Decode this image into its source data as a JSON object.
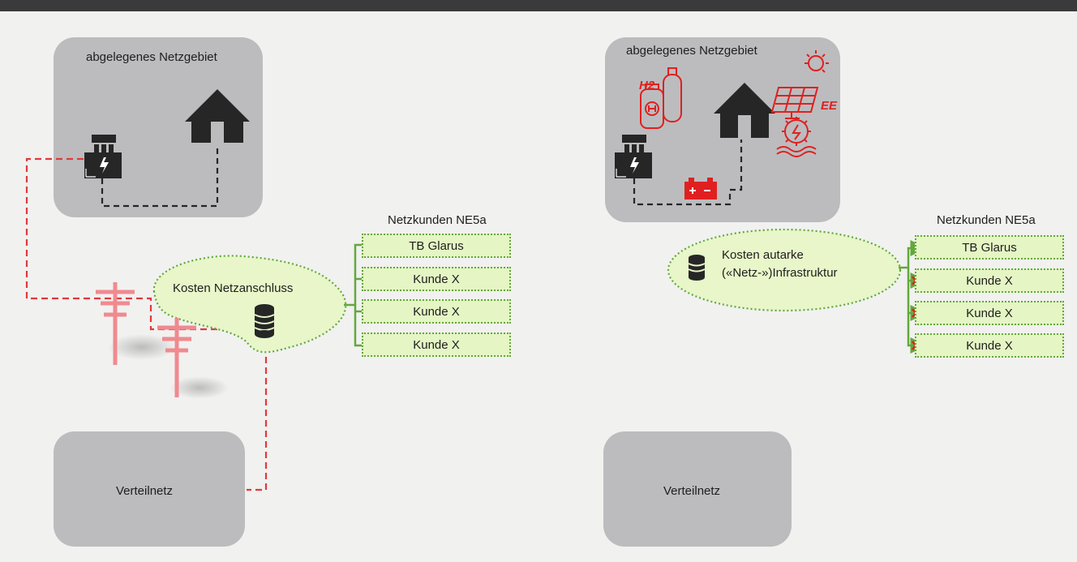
{
  "left": {
    "remote_area_label": "abgelegenes Netzgebiet",
    "cost_label": "Kosten Netzanschluss",
    "customers_title": "Netzkunden NE5a",
    "customers": [
      "TB Glarus",
      "Kunde X",
      "Kunde X",
      "Kunde X"
    ],
    "distribution_label": "Verteilnetz"
  },
  "right": {
    "remote_area_label": "abgelegenes Netzgebiet",
    "h2_label": "H2",
    "ee_label": "EE",
    "cost_label_line1": "Kosten autarke",
    "cost_label_line2": "(«Netz-»)Infrastruktur",
    "customers_title": "Netzkunden NE5a",
    "customers": [
      "TB Glarus",
      "Kunde X",
      "Kunde X",
      "Kunde X"
    ],
    "distribution_label": "Verteilnetz"
  },
  "colors": {
    "accent_red": "#e02020",
    "line_red": "#e03a3a",
    "green": "#62a83c",
    "customer_fill": "#e5f5c4",
    "box_gray": "#bcbcbe"
  }
}
